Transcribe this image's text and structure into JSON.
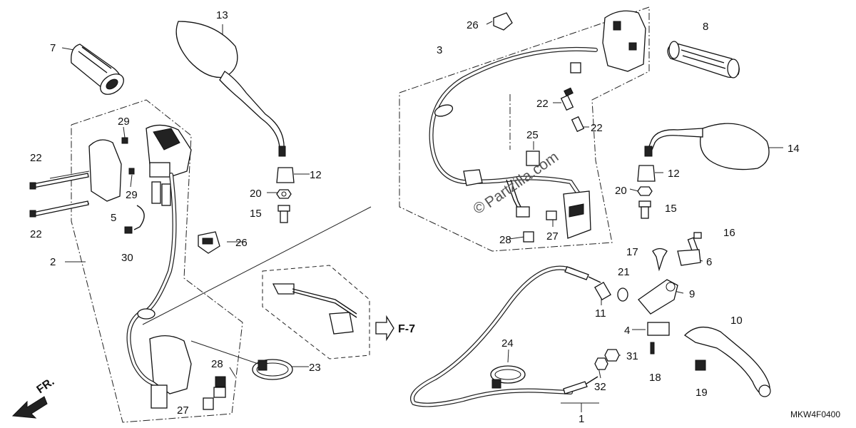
{
  "diagram": {
    "code": "MKW4F0400",
    "watermark": "Partzilla.com",
    "copyright": "©",
    "ref_label": "F-7",
    "front_label": "FR.",
    "callouts": [
      {
        "id": "c1",
        "text": "1"
      },
      {
        "id": "c2",
        "text": "2"
      },
      {
        "id": "c3",
        "text": "3"
      },
      {
        "id": "c4",
        "text": "4"
      },
      {
        "id": "c5",
        "text": "5"
      },
      {
        "id": "c6",
        "text": "6"
      },
      {
        "id": "c7",
        "text": "7"
      },
      {
        "id": "c8",
        "text": "8"
      },
      {
        "id": "c9",
        "text": "9"
      },
      {
        "id": "c10",
        "text": "10"
      },
      {
        "id": "c11",
        "text": "11"
      },
      {
        "id": "c12a",
        "text": "12"
      },
      {
        "id": "c12b",
        "text": "12"
      },
      {
        "id": "c13",
        "text": "13"
      },
      {
        "id": "c14",
        "text": "14"
      },
      {
        "id": "c15a",
        "text": "15"
      },
      {
        "id": "c15b",
        "text": "15"
      },
      {
        "id": "c16",
        "text": "16"
      },
      {
        "id": "c17",
        "text": "17"
      },
      {
        "id": "c18",
        "text": "18"
      },
      {
        "id": "c19",
        "text": "19"
      },
      {
        "id": "c20a",
        "text": "20"
      },
      {
        "id": "c20b",
        "text": "20"
      },
      {
        "id": "c21",
        "text": "21"
      },
      {
        "id": "c22a",
        "text": "22"
      },
      {
        "id": "c22b",
        "text": "22"
      },
      {
        "id": "c22c",
        "text": "22"
      },
      {
        "id": "c22d",
        "text": "22"
      },
      {
        "id": "c23",
        "text": "23"
      },
      {
        "id": "c24",
        "text": "24"
      },
      {
        "id": "c25",
        "text": "25"
      },
      {
        "id": "c26a",
        "text": "26"
      },
      {
        "id": "c26b",
        "text": "26"
      },
      {
        "id": "c27a",
        "text": "27"
      },
      {
        "id": "c27b",
        "text": "27"
      },
      {
        "id": "c28a",
        "text": "28"
      },
      {
        "id": "c28b",
        "text": "28"
      },
      {
        "id": "c29a",
        "text": "29"
      },
      {
        "id": "c29b",
        "text": "29"
      },
      {
        "id": "c30",
        "text": "30"
      },
      {
        "id": "c31",
        "text": "31"
      },
      {
        "id": "c32",
        "text": "32"
      }
    ]
  }
}
